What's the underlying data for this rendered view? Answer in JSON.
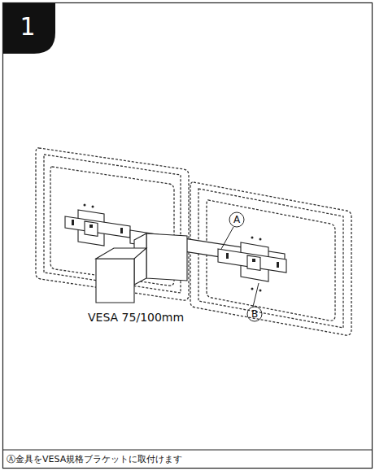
{
  "diagram": {
    "caption": "Ⓐ金具をVESA規格ブラケットに取付けます",
    "labels": [
      "1",
      "A",
      "B",
      "VESA 75/100mm"
    ]
  }
}
